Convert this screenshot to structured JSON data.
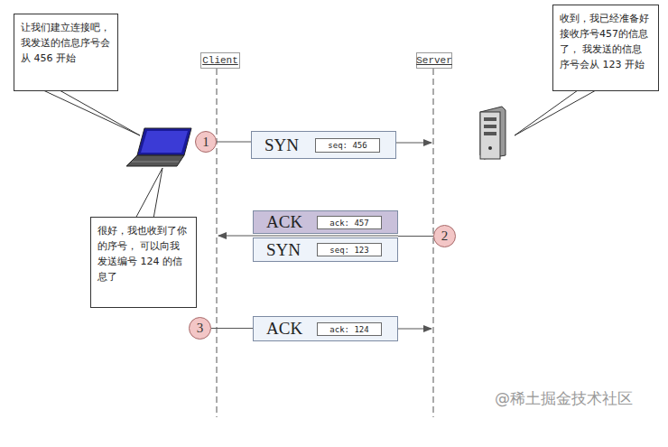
{
  "diagram": {
    "nodes": [
      {
        "text": [
          "让我们建立连接吧，我发送的信息序号会从 456 开始"
        ]
      },
      {
        "text": [
          "Client"
        ]
      },
      {
        "text": [
          "Server"
        ]
      },
      {
        "text": [
          "收到，我已经准备好接收序号457的信息了， 我发送的信息序号会从 123 开始"
        ]
      },
      {
        "text": [
          "1"
        ]
      },
      {
        "text": [
          "SYN"
        ]
      },
      {
        "text": [
          "seq: 456"
        ],
        "in": 5
      },
      {
        "text": [
          "ACK"
        ]
      },
      {
        "text": [
          "ack: 457"
        ],
        "in": 7
      },
      {
        "text": [
          "SYN"
        ]
      },
      {
        "text": [
          "seq: 123"
        ],
        "in": 9
      },
      {
        "text": [
          "2"
        ]
      },
      {
        "text": [
          "很好，我也收到了你的序号， 可以向我发送编号 124 的信息了"
        ]
      },
      {
        "text": [
          "3"
        ]
      },
      {
        "text": [
          "ACK"
        ]
      },
      {
        "text": [
          "ack: 124"
        ],
        "in": 14
      }
    ],
    "edges": [
      {
        "from": 4,
        "to": 5,
        "arrow": "none"
      },
      {
        "from": 11,
        "to": 9,
        "arrow": "none"
      },
      {
        "from": 13,
        "to": 14,
        "arrow": "none"
      }
    ],
    "labels": [
      "@稀土掘金技术社区"
    ]
  }
}
